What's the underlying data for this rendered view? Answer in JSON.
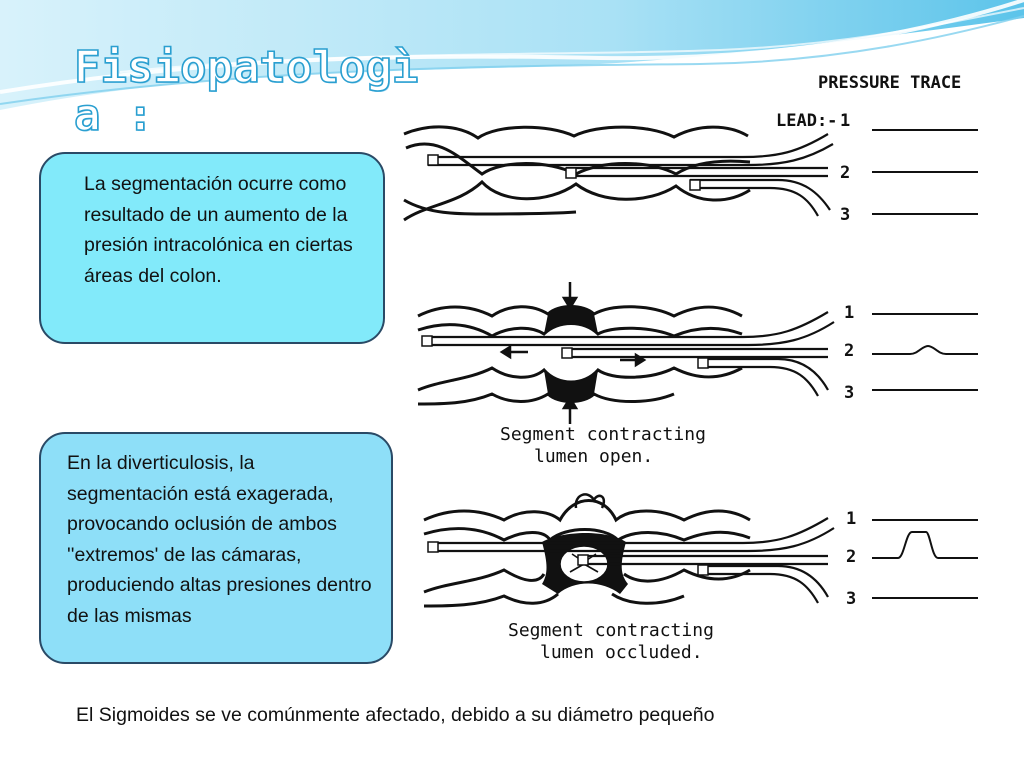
{
  "slide": {
    "title": "Fisiopatologìa :",
    "box1_text": "La segmentación ocurre como resultado de un aumento de la presión intracolónica en ciertas áreas del colon.",
    "box2_text": "En la diverticulosis, la segmentación está exagerada, provocando oclusión de ambos ''extremos' de las cámaras, produciendo altas presiones dentro de las mismas",
    "footer_text": "El Sigmoides se ve comúnmente afectado, debido a su diámetro pequeño"
  },
  "diagram": {
    "header": "PRESSURE TRACE",
    "lead_label": "LEAD:-",
    "panels": [
      {
        "leads": [
          "1",
          "2",
          "3"
        ],
        "caption_line1": "",
        "caption_line2": ""
      },
      {
        "leads": [
          "1",
          "2",
          "3"
        ],
        "caption_line1": "Segment contracting",
        "caption_line2": "lumen open."
      },
      {
        "leads": [
          "1",
          "2",
          "3"
        ],
        "caption_line1": "Segment contracting",
        "caption_line2": "lumen occluded."
      }
    ]
  },
  "colors": {
    "box1_fill": "#82eafa",
    "box2_fill": "#8edff8",
    "box_border": "#2a4a66",
    "title_stroke": "#2a9fd0"
  }
}
